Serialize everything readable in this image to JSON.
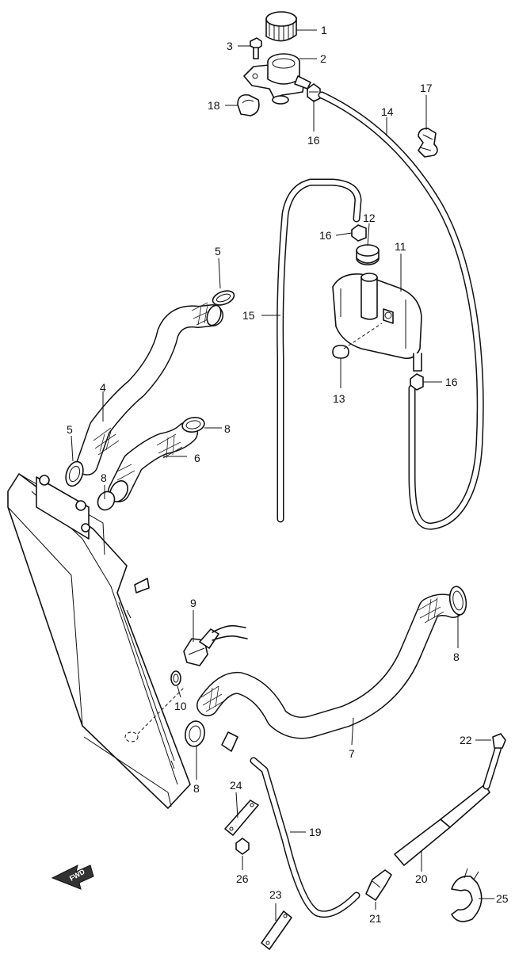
{
  "diagram": {
    "callouts": [
      {
        "id": "c1",
        "label": "1"
      },
      {
        "id": "c2",
        "label": "2"
      },
      {
        "id": "c3",
        "label": "3"
      },
      {
        "id": "c4",
        "label": "4"
      },
      {
        "id": "c5a",
        "label": "5"
      },
      {
        "id": "c5b",
        "label": "5"
      },
      {
        "id": "c6",
        "label": "6"
      },
      {
        "id": "c7",
        "label": "7"
      },
      {
        "id": "c8a",
        "label": "8"
      },
      {
        "id": "c8b",
        "label": "8"
      },
      {
        "id": "c8c",
        "label": "8"
      },
      {
        "id": "c8d",
        "label": "8"
      },
      {
        "id": "c9",
        "label": "9"
      },
      {
        "id": "c10",
        "label": "10"
      },
      {
        "id": "c11",
        "label": "11"
      },
      {
        "id": "c12",
        "label": "12"
      },
      {
        "id": "c13",
        "label": "13"
      },
      {
        "id": "c14",
        "label": "14"
      },
      {
        "id": "c15",
        "label": "15"
      },
      {
        "id": "c16a",
        "label": "16"
      },
      {
        "id": "c16b",
        "label": "16"
      },
      {
        "id": "c16c",
        "label": "16"
      },
      {
        "id": "c17",
        "label": "17"
      },
      {
        "id": "c18",
        "label": "18"
      },
      {
        "id": "c19",
        "label": "19"
      },
      {
        "id": "c20",
        "label": "20"
      },
      {
        "id": "c21",
        "label": "21"
      },
      {
        "id": "c22",
        "label": "22"
      },
      {
        "id": "c23",
        "label": "23"
      },
      {
        "id": "c24",
        "label": "24"
      },
      {
        "id": "c25",
        "label": "25"
      },
      {
        "id": "c26",
        "label": "26"
      }
    ],
    "direction_marker": "FWD"
  }
}
